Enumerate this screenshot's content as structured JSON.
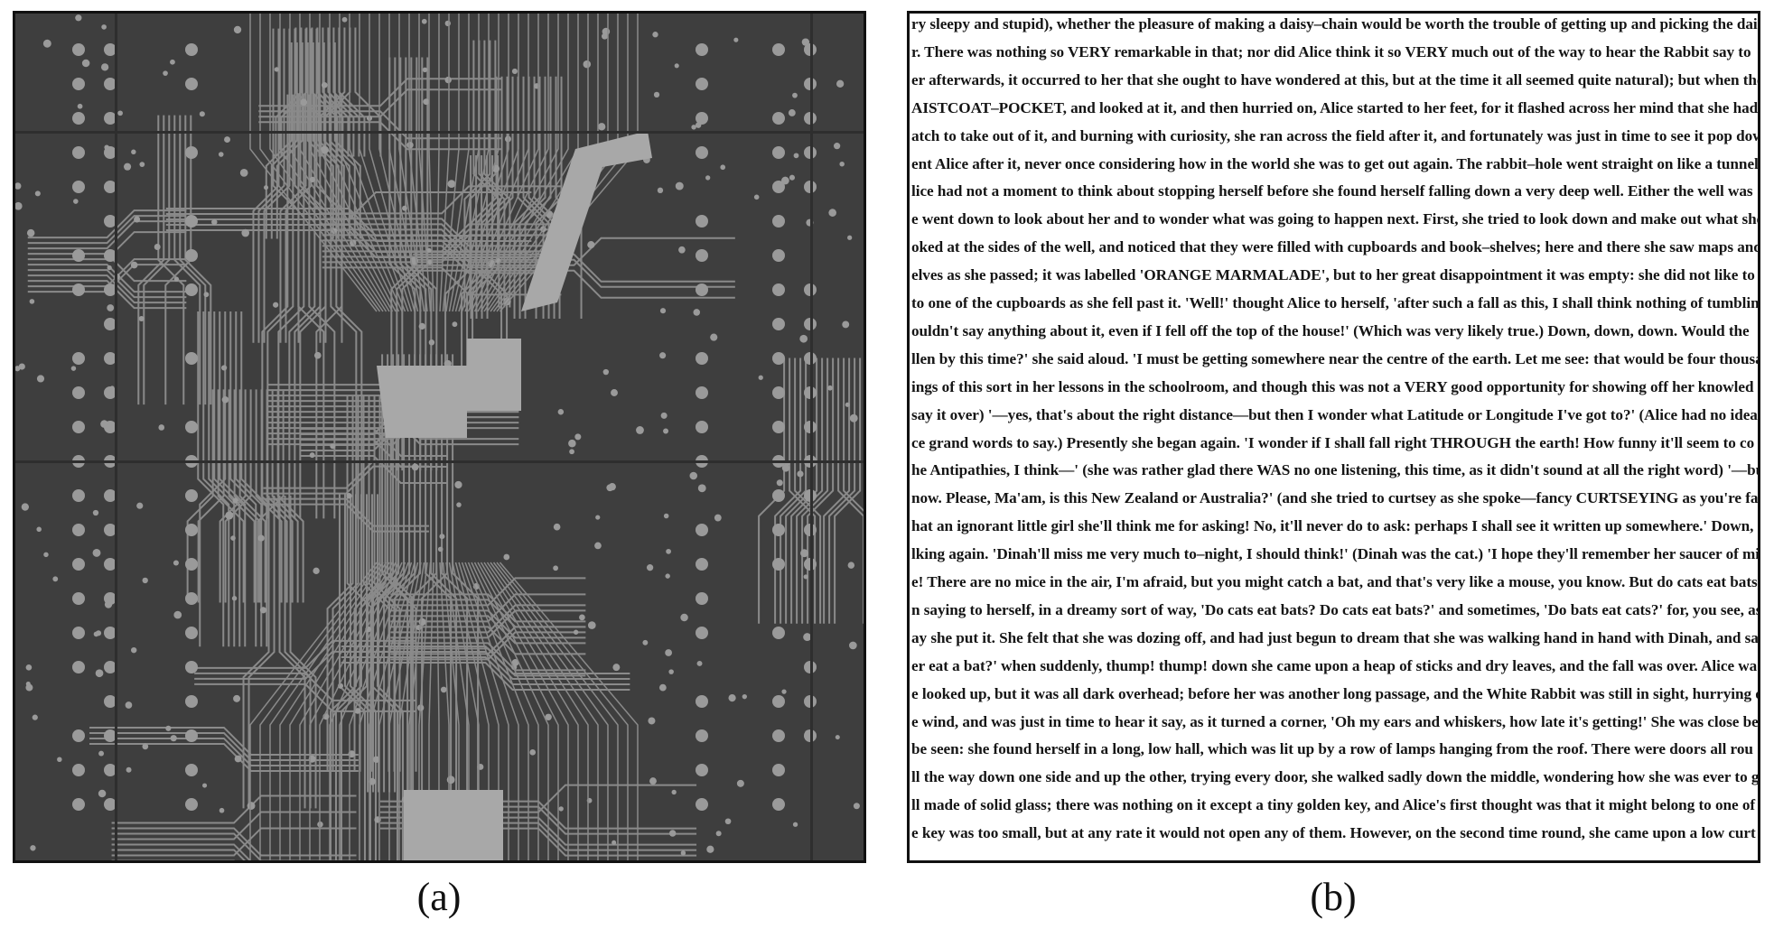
{
  "panels": [
    {
      "label": "(a)",
      "description": "circuit board image"
    },
    {
      "label": "(b)",
      "description": "text document image"
    }
  ],
  "text_lines": [
    "ry sleepy and stupid), whether the pleasure of making a daisy–chain would be worth the trouble of getting up and picking the dai",
    "r.  There was nothing so VERY remarkable in that; nor did Alice think it so VERY much out of the way to hear the Rabbit say to",
    "er afterwards, it occurred to her that she ought to have wondered at this, but at the time it all seemed quite natural); but when the",
    "AISTCOAT–POCKET, and looked at it, and then hurried on, Alice started to her feet, for it flashed across her mind that she had",
    "atch to take out of it, and burning with curiosity, she ran across the field after it, and fortunately was just in time to see it pop dow",
    "ent Alice after it, never once considering how in the world she was to get out again. The rabbit–hole went straight on like a tunnel",
    "lice had not a moment to think about stopping herself before she found herself falling down a very deep well. Either the well was",
    "e went down to look about her and to wonder what was going to happen next. First, she tried to look down and make out what she",
    "oked at the sides of the well, and noticed that they were filled with cupboards and book–shelves; here and there she saw maps and",
    "elves as she passed; it was labelled 'ORANGE MARMALADE', but to her great disappointment it was empty: she did not like to",
    "to one of the cupboards as she fell past it. 'Well!' thought Alice to herself, 'after such a fall as this, I shall think nothing of tumblin",
    "ouldn't say anything about it, even if I fell off the top of the house!' (Which was very likely true.) Down, down, down. Would the",
    "llen by this time?' she said aloud. 'I must be getting somewhere near the centre of the earth. Let me see: that would be four thousa",
    "ings of this sort in her lessons in the schoolroom, and though this was not a VERY good opportunity for showing off her knowled",
    "say it over) '—yes, that's about the right distance—but then I wonder what Latitude or Longitude I've got to?' (Alice had no idea",
    "ce grand words to say.) Presently she began again. 'I wonder if I shall fall right THROUGH the earth! How funny it'll seem to co",
    "he Antipathies, I think—' (she was rather glad there WAS no one listening, this time, as it didn't sound at all the right word) '—bu",
    "now. Please, Ma'am, is this New Zealand or Australia?' (and she tried to curtsey as she spoke—fancy CURTSEYING as you're fal",
    "hat an ignorant little girl she'll think me for asking! No, it'll never do to ask: perhaps I shall see it written up somewhere.' Down, d",
    "lking again. 'Dinah'll miss me very much to–night, I should think!' (Dinah was the cat.) 'I hope they'll remember her saucer of mil",
    "e! There are no mice in the air, I'm afraid, but you might catch a bat, and that's very like a mouse, you know. But do cats eat bats,",
    "n saying to herself, in a dreamy sort of way, 'Do cats eat bats? Do cats eat bats?' and sometimes, 'Do bats eat cats?' for, you see, as",
    "ay she put it. She felt that she was dozing off, and had just begun to dream that she was walking hand in hand with Dinah, and say",
    "er eat a bat?' when suddenly, thump! thump! down she came upon a heap of sticks and dry leaves, and the fall was over. Alice wa",
    "e looked up, but it was all dark overhead; before her was another long passage, and the White Rabbit was still in sight, hurrying d",
    "e wind, and was just in time to hear it say, as it turned a corner, 'Oh my ears and whiskers, how late it's getting!' She was close be",
    "be seen: she found herself in a long, low hall, which was lit up by a row of lamps hanging from the roof. There were doors all rou",
    "ll the way down one side and up the other, trying every door, she walked sadly down the middle, wondering how she was ever to g",
    "ll made of solid glass; there was nothing on it except a tiny golden key, and Alice's first thought was that it might belong to one of",
    "e key was too small, but at any rate it would not open any of them. However, on the second time round, she came upon a low curt"
  ],
  "colors": {
    "board_bg": "#3e3e3e",
    "trace": "#8a8a8a",
    "pad": "#9a9a9a",
    "chip": "#a8a8a8"
  }
}
